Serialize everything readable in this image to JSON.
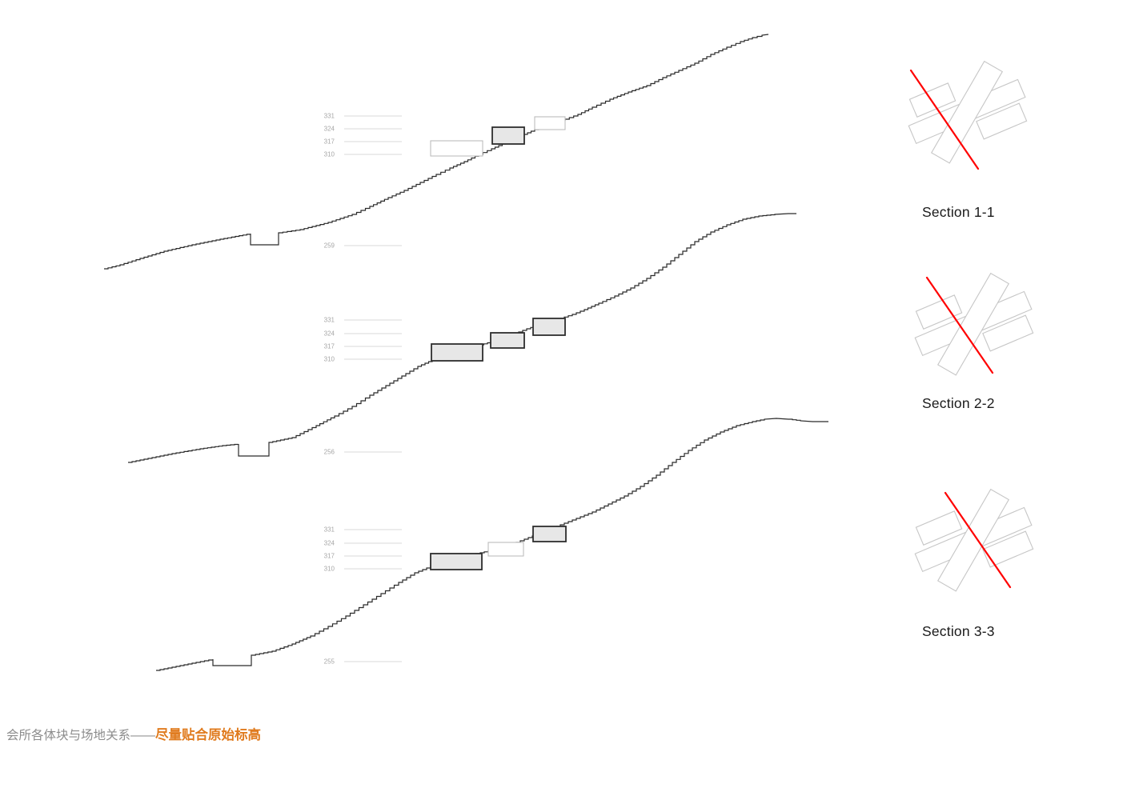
{
  "caption": {
    "prefix": "会所各体块与场地关系——",
    "highlight": "尽量贴合原始标高"
  },
  "sections": [
    {
      "key_label": "Section 1-1",
      "elevations": [
        "331",
        "324",
        "317",
        "310"
      ],
      "base": "259"
    },
    {
      "key_label": "Section 2-2",
      "elevations": [
        "331",
        "324",
        "317",
        "310"
      ],
      "base": "256"
    },
    {
      "key_label": "Section 3-3",
      "elevations": [
        "331",
        "324",
        "317",
        "310"
      ],
      "base": "255"
    }
  ],
  "colors": {
    "terrain": "#2a2a2a",
    "gridline": "#d8d8d8",
    "elevation_text": "#a6a6a6",
    "building_fill": "#e7e7e7",
    "building_stroke": "#2e2e2e",
    "ghost_stroke": "#bdbdbd",
    "keyplan_stroke": "#c6c6c6",
    "cut_line": "#ff0000",
    "caption_gray": "#8c8c8c",
    "caption_orange": "#e07b1e"
  }
}
